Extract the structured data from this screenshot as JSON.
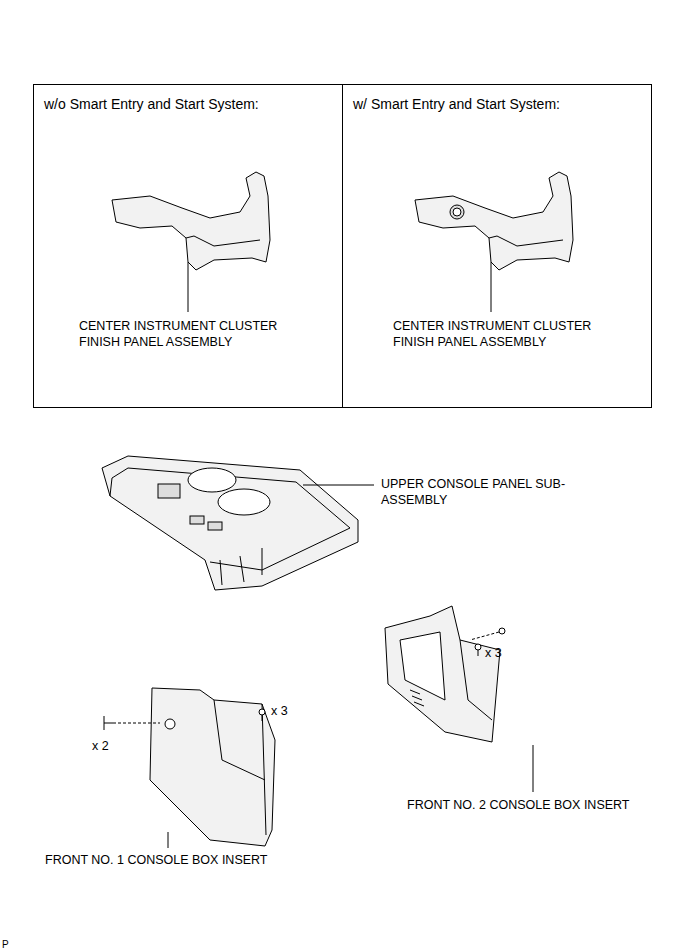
{
  "diagram": {
    "nodes": [
      {
        "text": [
          "w/o Smart Entry and Start System:",
          "CENTER INSTRUMENT CLUSTER FINISH PANEL ASSEMBLY"
        ]
      },
      {
        "text": [
          "w/ Smart Entry and Start System:",
          "CENTER INSTRUMENT CLUSTER FINISH PANEL ASSEMBLY"
        ]
      }
    ],
    "labels": [
      "UPPER CONSOLE PANEL SUB- ASSEMBLY",
      "x 3",
      "FRONT NO. 2 CONSOLE BOX INSERT",
      "x 3",
      "x 2",
      "FRONT NO. 1 CONSOLE BOX INSERT",
      "P"
    ]
  }
}
